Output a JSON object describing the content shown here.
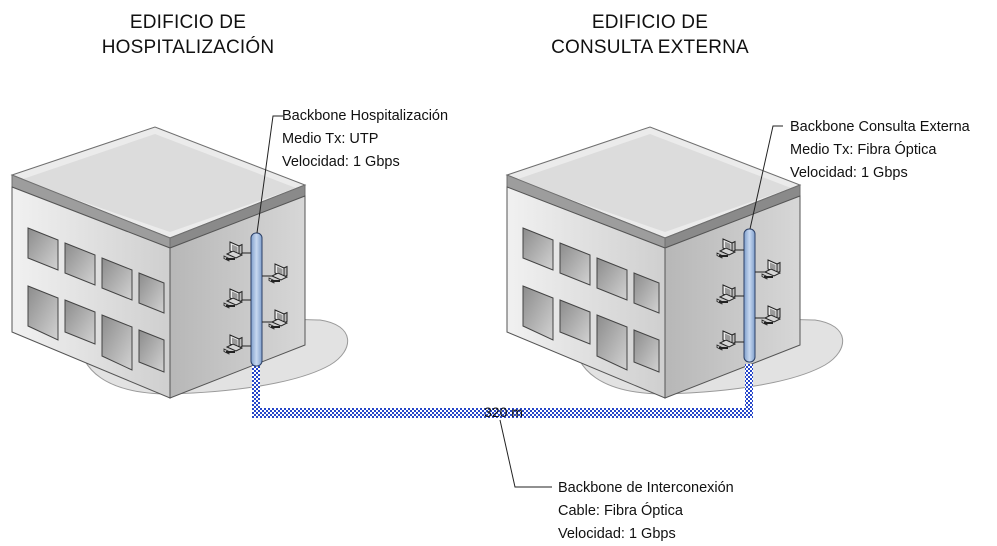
{
  "buildings": [
    {
      "title_line1": "EDIFICIO DE",
      "title_line2": "HOSPITALIZACIÓN",
      "backbone": {
        "name": "Backbone Hospitalización",
        "medium": "Medio Tx: UTP",
        "speed": "Velocidad: 1 Gbps"
      }
    },
    {
      "title_line1": "EDIFICIO DE",
      "title_line2": "CONSULTA EXTERNA",
      "backbone": {
        "name": "Backbone Consulta Externa",
        "medium": "Medio Tx: Fibra Óptica",
        "speed": "Velocidad: 1 Gbps"
      }
    }
  ],
  "link": {
    "distance": "320 m",
    "name": "Backbone de Interconexión",
    "cable": "Cable: Fibra Óptica",
    "speed": "Velocidad: 1 Gbps"
  },
  "colors": {
    "riser": "#a9c3e6",
    "link": "#3a5fd8",
    "facade": "#d9d9d9",
    "roof": "#e6e6e6"
  }
}
